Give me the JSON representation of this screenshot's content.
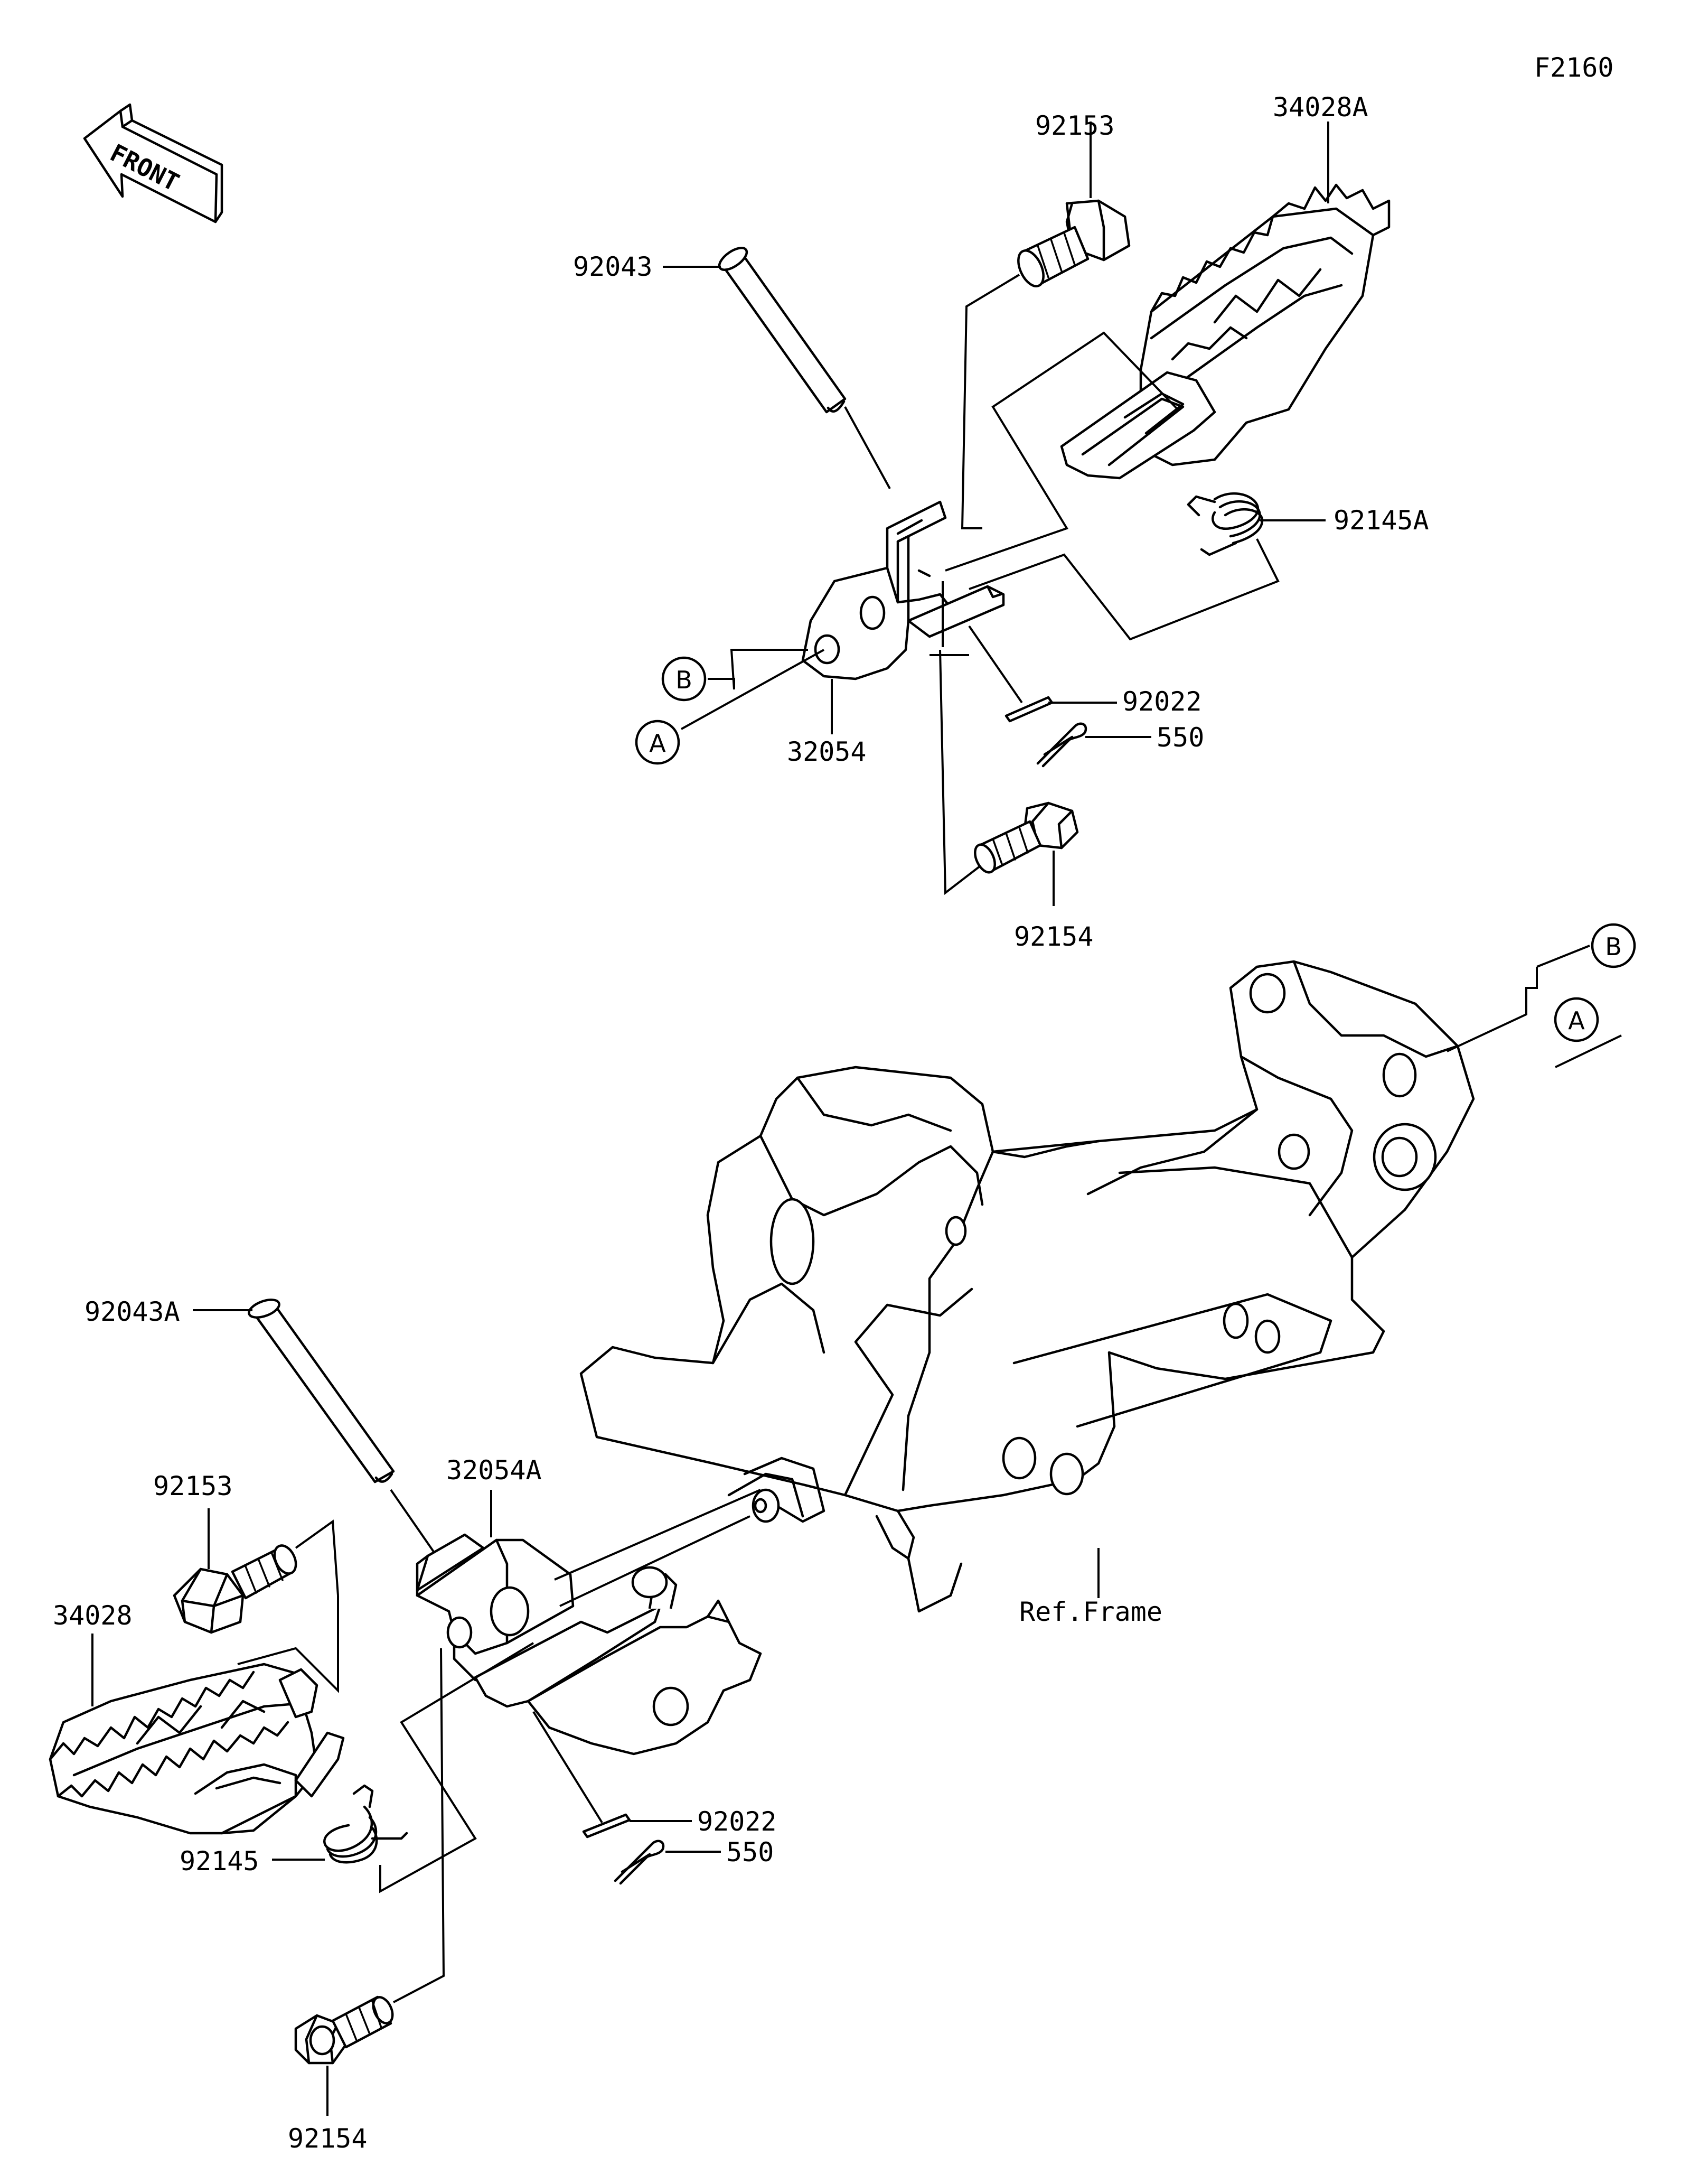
{
  "figure_code": "F2160",
  "front_label": "FRONT",
  "ref_frame": "Ref.Frame",
  "parts_upper": {
    "bolt_top": "92153",
    "footpeg_right": "34028A",
    "pin_right": "92043",
    "spring_right": "92145A",
    "bracket_right": "32054",
    "washer_right": "92022",
    "cotter_right": "550",
    "bolt_bottom": "92154"
  },
  "parts_lower": {
    "pin_left": "92043A",
    "bolt_top": "92153",
    "bracket_left": "32054A",
    "footpeg_left": "34028",
    "spring_left": "92145",
    "washer_left": "92022",
    "cotter_left": "550",
    "bolt_bottom": "92154"
  },
  "callouts": {
    "a": "A",
    "b": "B"
  }
}
